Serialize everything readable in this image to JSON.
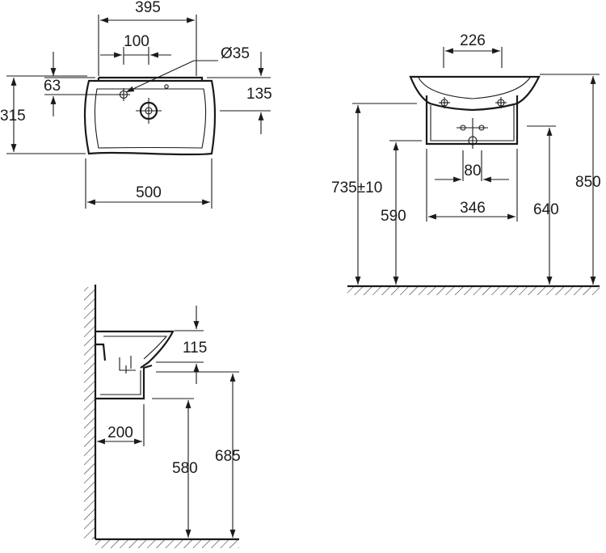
{
  "top_view": {
    "width_top": "395",
    "hole_spacing": "100",
    "hole_diameter": "Ø35",
    "offset_63": "63",
    "depth_135": "135",
    "depth_315": "315",
    "width_500": "500"
  },
  "front_view": {
    "top_226": "226",
    "spacing_80": "80",
    "pedestal_346": "346",
    "height_735": "735±10",
    "height_590": "590",
    "height_640": "640",
    "height_850": "850"
  },
  "side_view": {
    "height_115": "115",
    "depth_200": "200",
    "height_580": "580",
    "height_685": "685"
  }
}
